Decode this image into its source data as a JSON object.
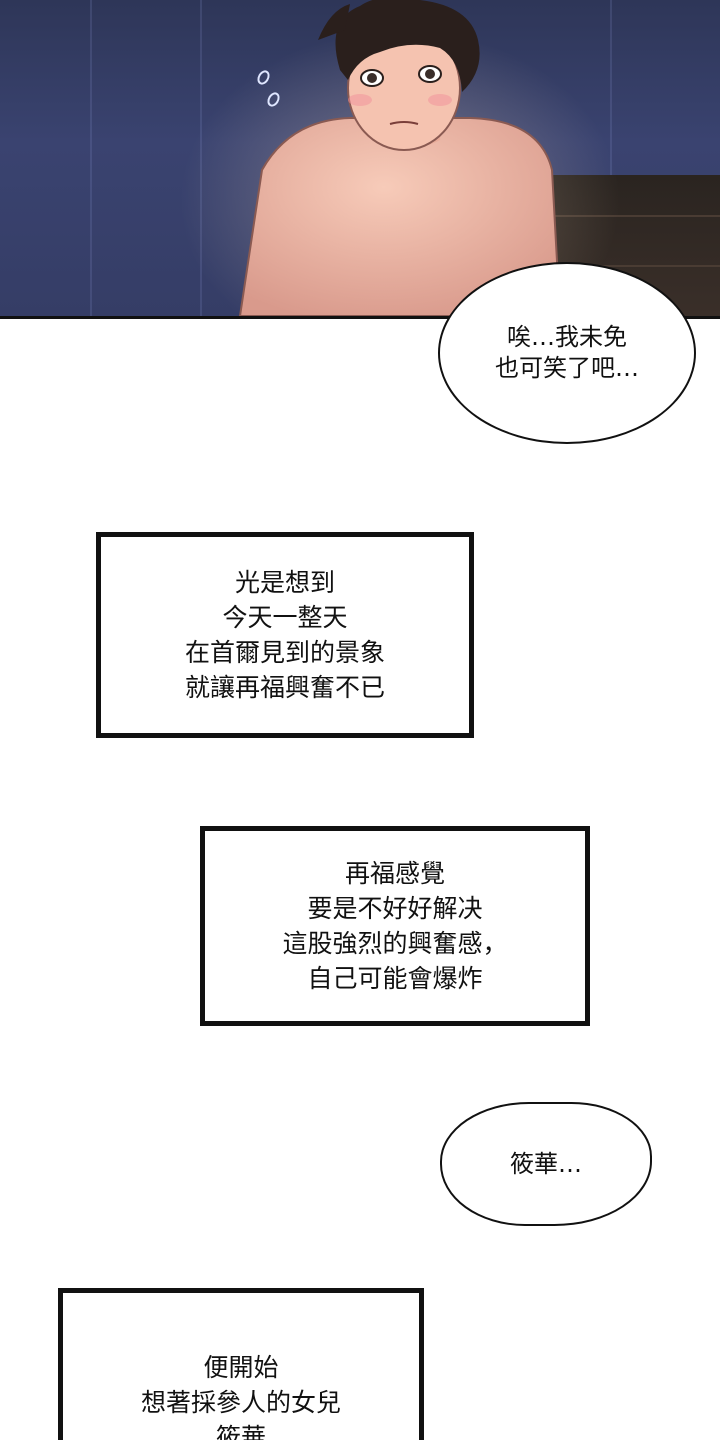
{
  "bubble_1": {
    "lines": [
      "唉…我未免",
      "也可笑了吧…"
    ]
  },
  "caption_1": {
    "lines": [
      "光是想到",
      "今天一整天",
      "在首爾見到的景象",
      "就讓再福興奮不已"
    ]
  },
  "caption_2": {
    "lines": [
      "再福感覺",
      "要是不好好解决",
      "這股強烈的興奮感，",
      "自己可能會爆炸"
    ]
  },
  "bubble_2": {
    "lines": [
      "筱華…"
    ]
  },
  "caption_3": {
    "lines": [
      "便開始",
      "想著採參人的女兒",
      "筱華"
    ]
  },
  "colors": {
    "night_bg": "#353d66",
    "skin": "#f0b8a8",
    "hair": "#2a1f1c",
    "ink": "#111111"
  }
}
